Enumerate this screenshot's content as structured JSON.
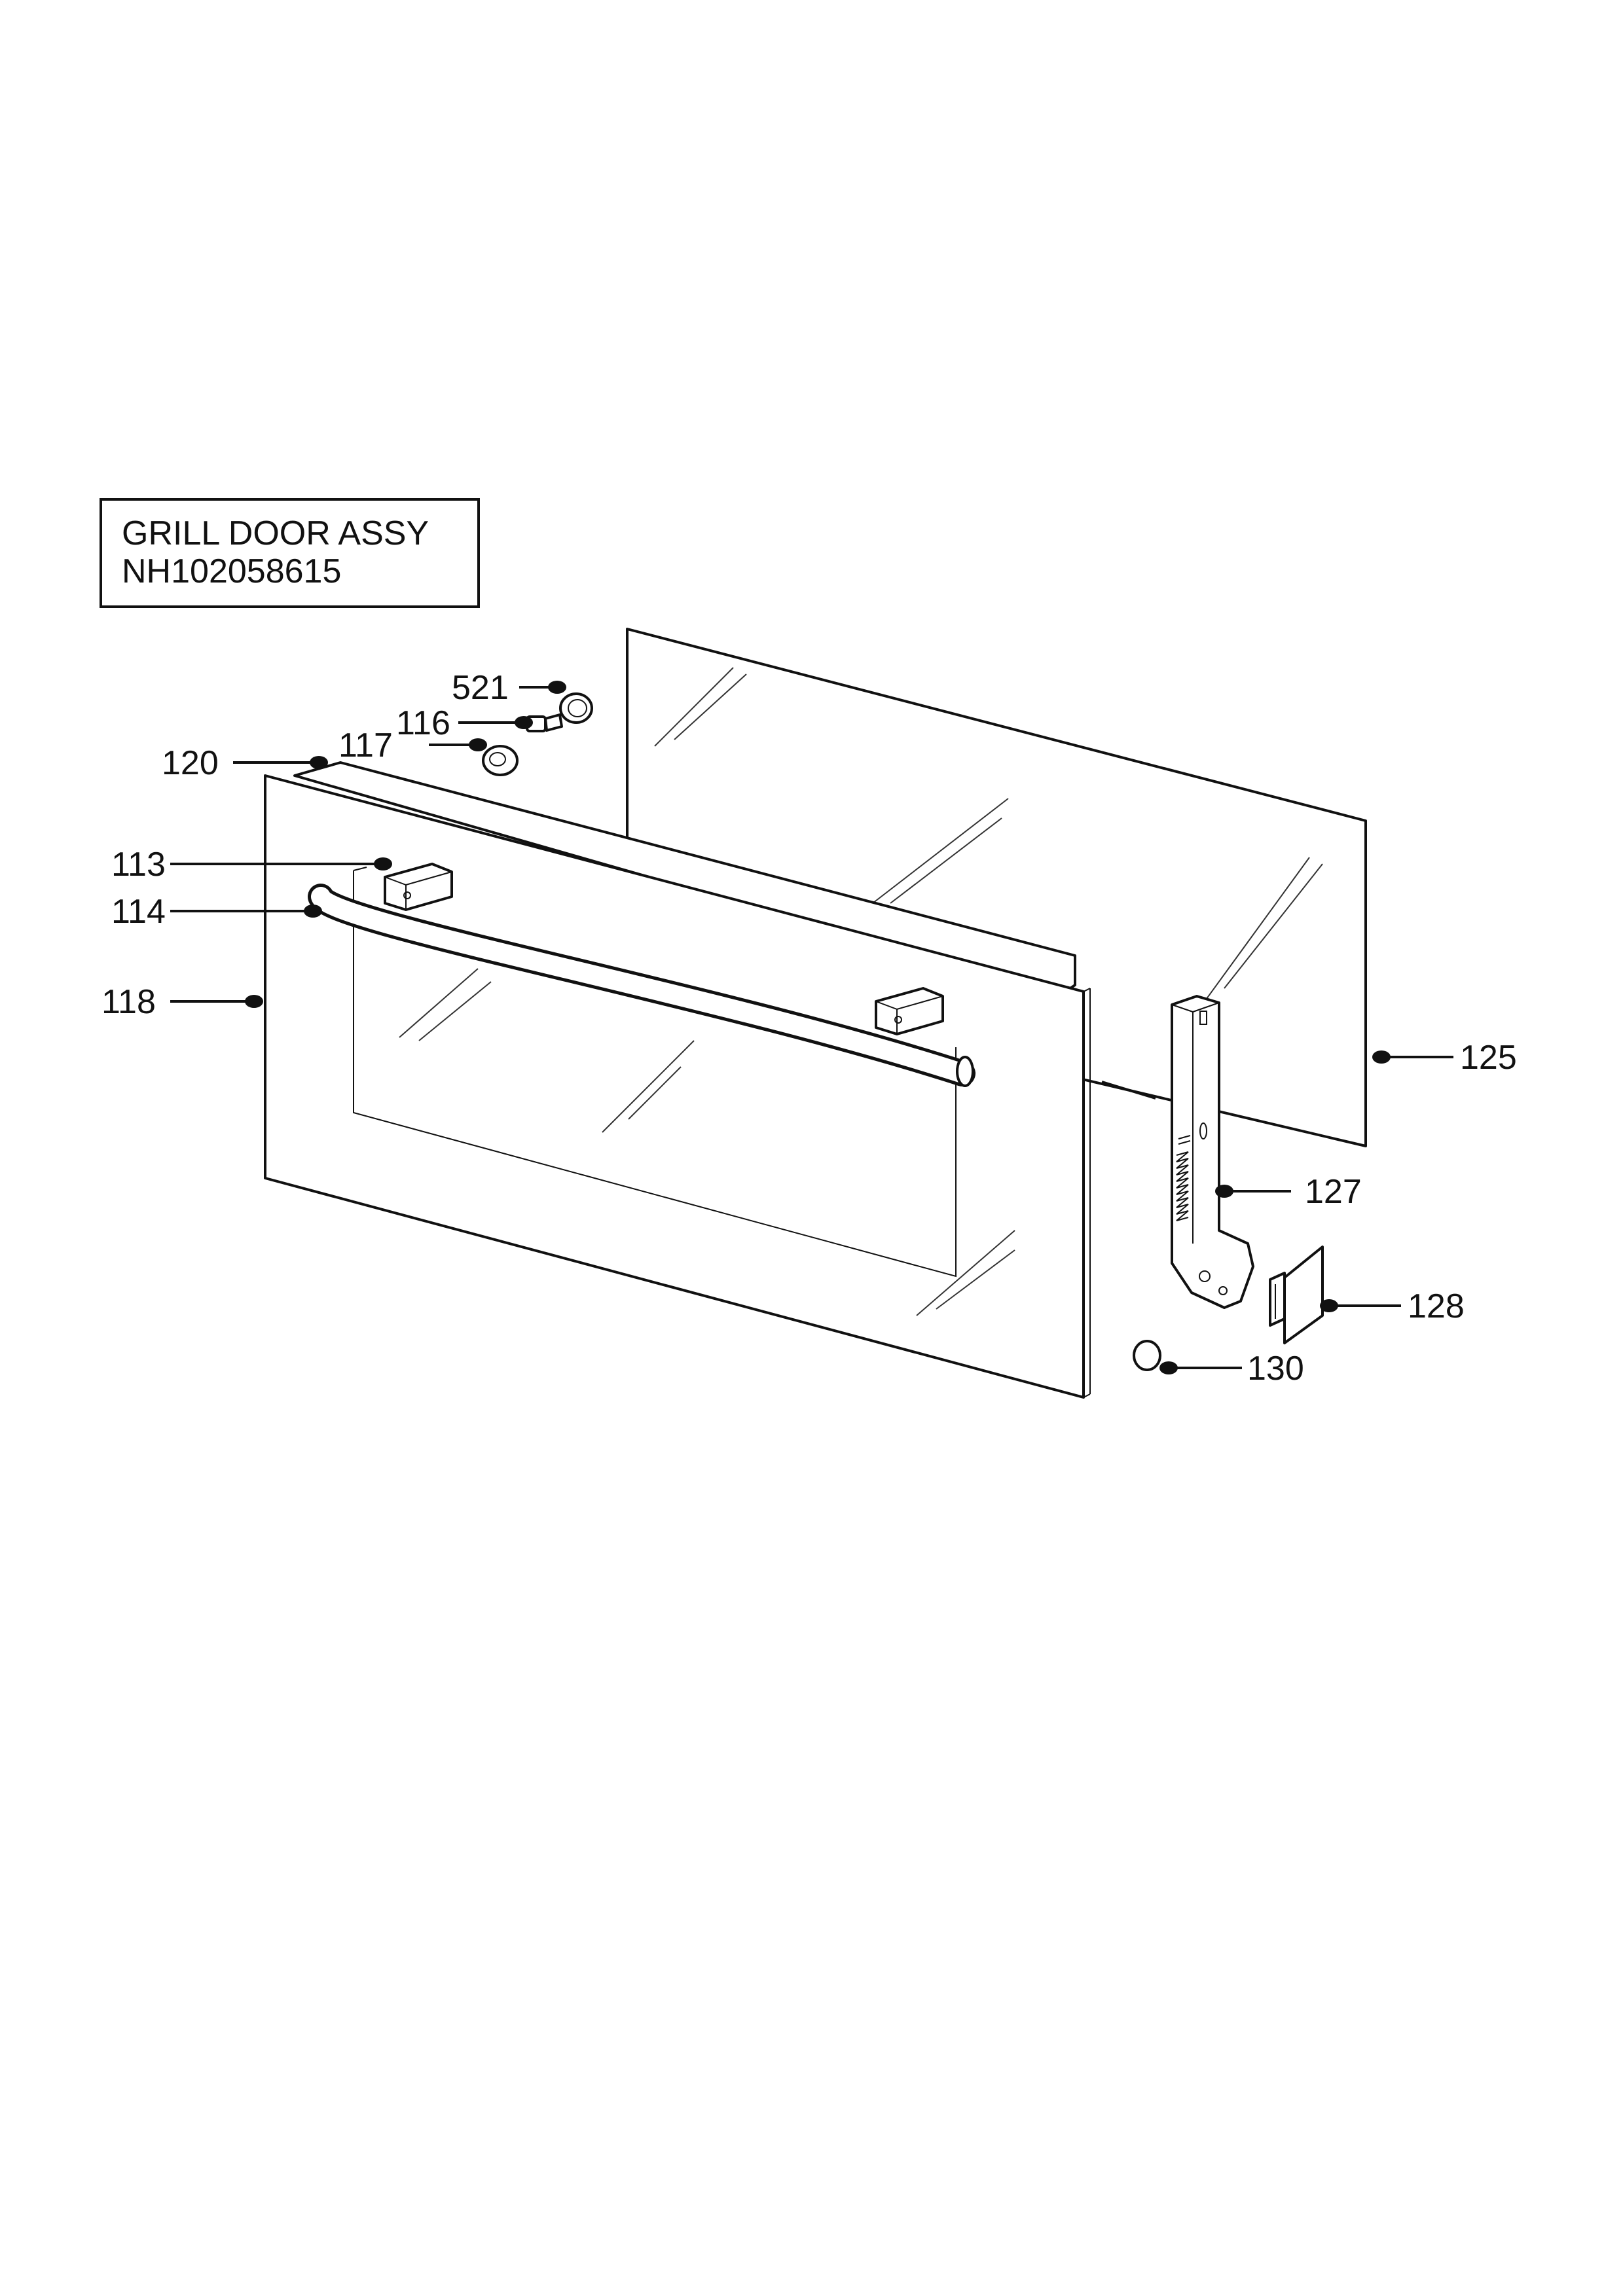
{
  "title": {
    "name": "GRILL DOOR ASSY",
    "code": "NH102058615"
  },
  "callouts": [
    {
      "id": "c521",
      "label": "521"
    },
    {
      "id": "c116",
      "label": "116"
    },
    {
      "id": "c117",
      "label": "117"
    },
    {
      "id": "c120",
      "label": "120"
    },
    {
      "id": "c113",
      "label": "113"
    },
    {
      "id": "c114",
      "label": "114"
    },
    {
      "id": "c118",
      "label": "118"
    },
    {
      "id": "c125",
      "label": "125"
    },
    {
      "id": "c127",
      "label": "127"
    },
    {
      "id": "c128",
      "label": "128"
    },
    {
      "id": "c130",
      "label": "130"
    }
  ]
}
